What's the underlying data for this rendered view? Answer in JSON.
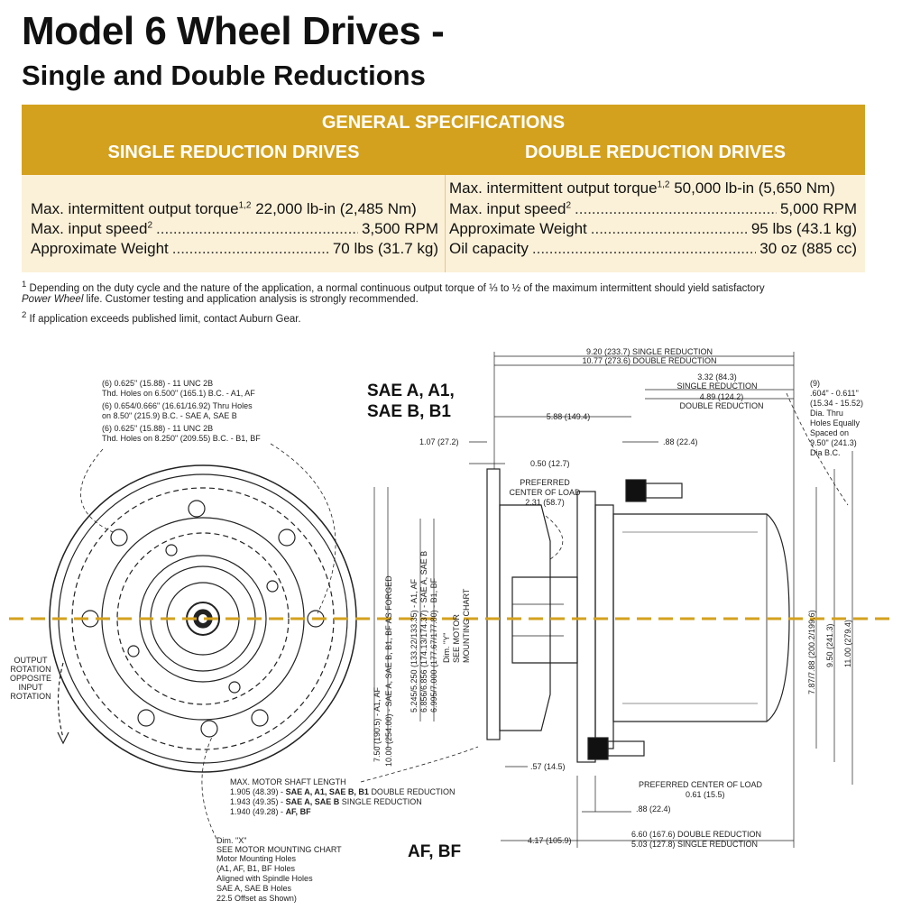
{
  "header": {
    "title": "Model 6 Wheel Drives -",
    "subtitle": "Single and Double Reductions"
  },
  "specs": {
    "heading": "GENERAL SPECIFICATIONS",
    "single": {
      "heading": "SINGLE REDUCTION DRIVES",
      "rows": [
        {
          "label": "Max. intermittent output torque",
          "sup": "1,2",
          "value": "22,000 lb-in (2,485 Nm)"
        },
        {
          "label": "Max. input speed",
          "sup": "2",
          "value": "3,500 RPM"
        },
        {
          "label": "Approximate Weight",
          "sup": "",
          "value": "70 lbs (31.7 kg)"
        }
      ]
    },
    "double": {
      "heading": "DOUBLE REDUCTION DRIVES",
      "rows": [
        {
          "label": "Max. intermittent output torque",
          "sup": "1,2",
          "value": "50,000 lb-in (5,650 Nm)"
        },
        {
          "label": "Max. input speed",
          "sup": "2",
          "value": "5,000 RPM"
        },
        {
          "label": "Approximate Weight",
          "sup": "",
          "value": "95 lbs (43.1 kg)"
        },
        {
          "label": "Oil capacity",
          "sup": "",
          "value": "30 oz (885 cc)"
        }
      ]
    }
  },
  "footnotes": {
    "fn1_mark": "1",
    "fn1_a": "Depending on the duty cycle and the nature of the application, a normal continuous output torque of ⅓ to ½ of the maximum intermittent should yield satisfactory",
    "fn1_b_italic": "Power Wheel",
    "fn1_b": " life. Customer testing and application analysis is strongly recommended.",
    "fn2_mark": "2",
    "fn2": "If application exceeds published limit, contact Auburn Gear."
  },
  "drawing": {
    "label_sae_1": "SAE A, A1,",
    "label_sae_2": "SAE B, B1",
    "label_af": "AF, BF",
    "front_notes": [
      "(6) 0.625\" (15.88) - 11 UNC 2B",
      "Thd. Holes on 6.500\" (165.1) B.C. - A1, AF",
      "(6) 0.654/0.666\" (16.61/16.92) Thru Holes",
      "on 8.50\" (215.9) B.C. - SAE A, SAE B",
      "(6) 0.625\" (15.88) - 11 UNC 2B",
      "Thd. Holes on 8.250\" (209.55) B.C. - B1, BF"
    ],
    "rotation_note": [
      "OUTPUT",
      "ROTATION",
      "OPPOSITE",
      "INPUT",
      "ROTATION"
    ],
    "dimx_note": [
      "Dim. \"X\"",
      "SEE MOTOR MOUNTING CHART",
      "Motor Mounting Holes",
      "(A1, AF, B1, BF Holes",
      "Aligned with Spindle Holes",
      "SAE A, SAE B Holes",
      "22.5 Offset as Shown)"
    ],
    "shaft_note_title": "MAX. MOTOR SHAFT LENGTH",
    "shaft_notes": [
      {
        "value": "1.905 (48.39) -",
        "bold": "SAE A, A1, SAE B, B1",
        "suffix": "DOUBLE REDUCTION"
      },
      {
        "value": "1.943 (49.35) -",
        "bold": "SAE A, SAE B",
        "suffix": "SINGLE REDUCTION"
      },
      {
        "value": "1.940 (49.28) -",
        "bold": "AF, BF",
        "suffix": ""
      }
    ],
    "dims": {
      "overall_single": "9.20 (233.7) SINGLE REDUCTION",
      "overall_double": "10.77 (273.6) DOUBLE REDUCTION",
      "d332": "3.32 (84.3)",
      "d332b": "SINGLE REDUCTION",
      "d489": "4.89 (124.2)",
      "d489b": "DOUBLE REDUCTION",
      "holes_1": "(9)",
      "holes_2": ".604\" - 0.611\"",
      "holes_3": "(15.34 - 15.52)",
      "holes_4": "Dia. Thru",
      "holes_5": "Holes Equally",
      "holes_6": "Spaced on",
      "holes_7": "9.50\" (241.3)",
      "holes_8": "Dia B.C.",
      "d588": "5.88 (149.4)",
      "d107": "1.07 (27.2)",
      "d88a": ".88 (22.4)",
      "d050": "0.50 (12.7)",
      "pref1": "PREFERRED",
      "pref2": "CENTER OF LOAD",
      "pref3": "2.31 (58.7)",
      "d57": ".57 (14.5)",
      "pref_b1": "PREFERRED CENTER OF LOAD",
      "pref_b2": "0.61 (15.5)",
      "d88b": ".88 (22.4)",
      "d417": "4.17 (105.9)",
      "d660": "6.60 (167.6) DOUBLE REDUCTION",
      "d503": "5.03 (127.8) SINGLE REDUCTION",
      "v750": "7.50 (190.5) - A1, AF",
      "v1000": "10.00 (254.00) - SAE A, SAE B, B1, BF AS FORGED",
      "v5245": "5.245/5.250 (133.22/133.35) - A1, AF",
      "v6856": "6.856/6.856 (174.13/174.37) - SAE A, SAE B",
      "v6995": "6.995/7.000 (177.67/177.80) - B1, BF",
      "vdimy1": "Dim. \"Y\"",
      "vdimy2": "SEE MOTOR",
      "vdimy3": "MOUNTING CHART",
      "v787": "7.87/7.88 (200.2/199.6)",
      "v950": "9.50 (241.3)",
      "v1100": "11.00 (279.4)"
    }
  }
}
